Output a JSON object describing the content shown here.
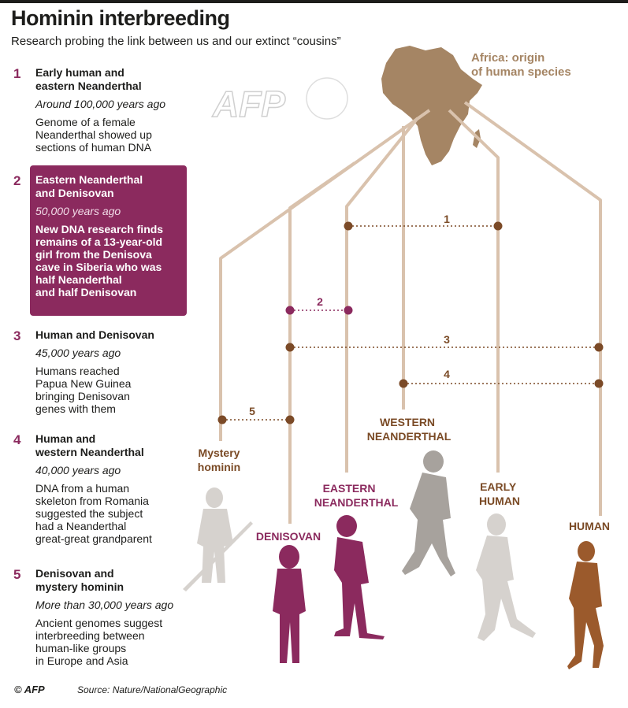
{
  "title": "Hominin interbreeding",
  "subtitle": "Research probing the link between us and our extinct “cousins”",
  "africa_label": "Africa: origin\nof human species",
  "watermark": "AFP",
  "events": [
    {
      "num": "1",
      "head": "Early human and\neastern Neanderthal",
      "date": "Around 100,000 years ago",
      "desc": "Genome of a female\nNeanderthal showed up\nsections of human DNA",
      "highlight": false
    },
    {
      "num": "2",
      "head": "Eastern Neanderthal\nand Denisovan",
      "date": "50,000 years ago",
      "desc": "New DNA research finds\nremains of a 13-year-old\ngirl from the Denisova\ncave in Siberia who was\nhalf Neanderthal\nand half Denisovan",
      "highlight": true
    },
    {
      "num": "3",
      "head": "Human and Denisovan",
      "date": "45,000 years ago",
      "desc": "Humans reached\nPapua New Guinea\nbringing Denisovan\ngenes with them",
      "highlight": false
    },
    {
      "num": "4",
      "head": "Human and\nwestern Neanderthal",
      "date": "40,000 years ago",
      "desc": "DNA from a human\nskeleton from Romania\nsuggested the subject\nhad a Neanderthal\ngreat-great grandparent",
      "highlight": false
    },
    {
      "num": "5",
      "head": "Denisovan and\nmystery hominin",
      "date": "More than 30,000 years ago",
      "desc": "Ancient genomes suggest\ninterbreeding between\nhuman-like groups\nin Europe and Asia",
      "highlight": false
    }
  ],
  "branches": {
    "mystery": "Mystery\nhominin",
    "denisovan": "DENISOVAN",
    "eastern": "EASTERN\nNEANDERTHAL",
    "western": "WESTERN\nNEANDERTHAL",
    "early": "EARLY\nHUMAN",
    "human": "HUMAN"
  },
  "links": [
    "1",
    "2",
    "3",
    "4",
    "5"
  ],
  "colors": {
    "tree": "#d9c2ad",
    "dot": "#7b4a27",
    "accent": "#8b2a5e",
    "africa": "#a58564",
    "brown_label": "#7a4a25",
    "grey_figure": "#bdb8b3",
    "dark_grey_figure": "#a7a29d",
    "human_figure": "#9b5a2c"
  },
  "footer": {
    "logo": "© AFP",
    "source": "Source: Nature/NationalGeographic"
  }
}
